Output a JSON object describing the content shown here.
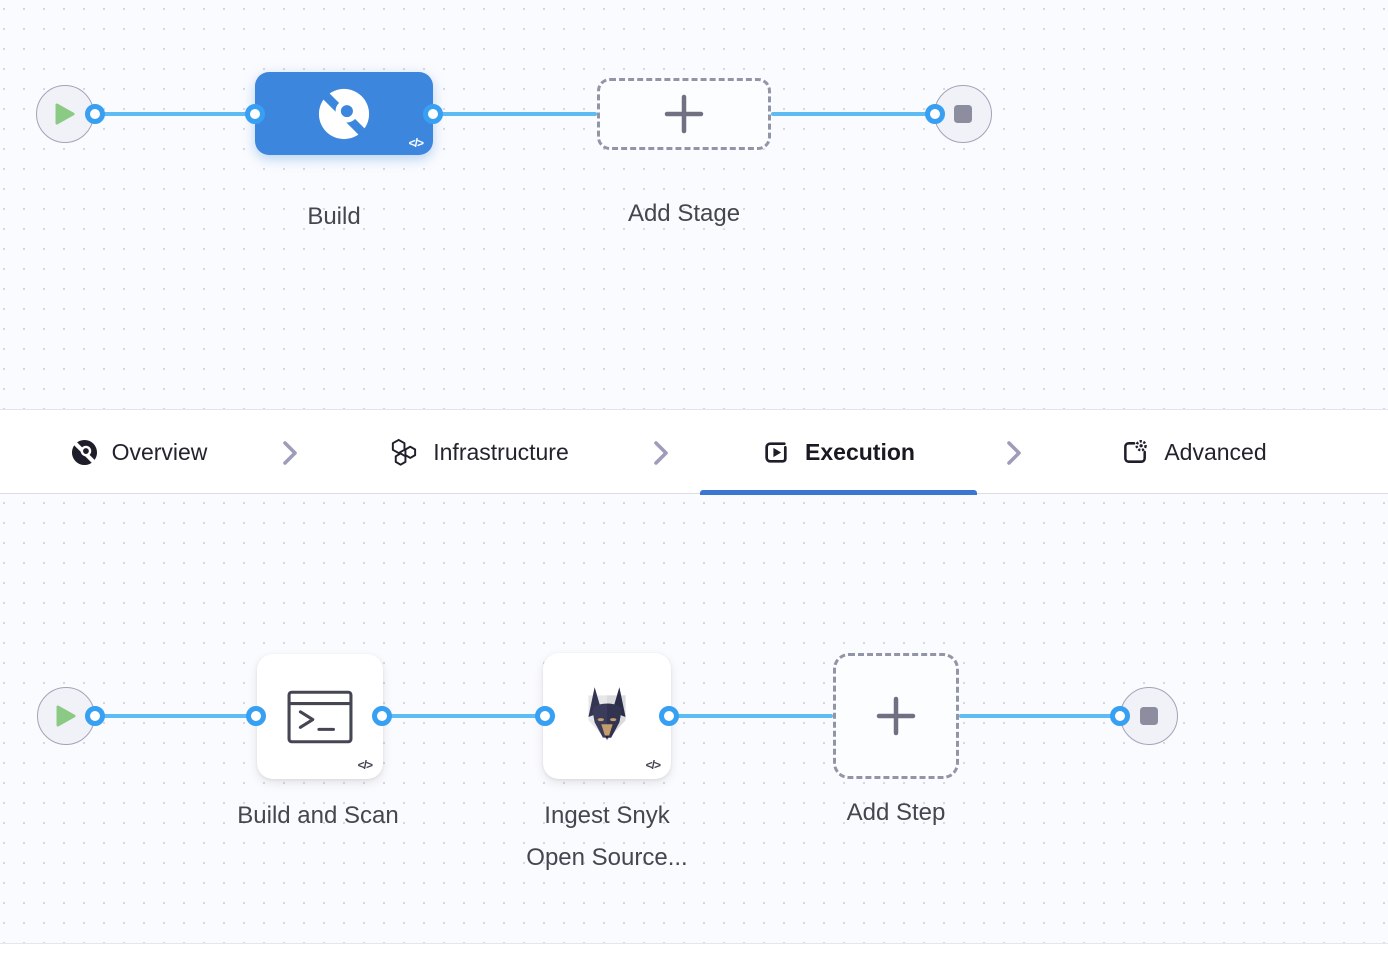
{
  "stage_pipeline": {
    "start_icon": "play-icon",
    "end_icon": "stop-icon",
    "stage": {
      "label": "Build",
      "icon": "ci-build-icon",
      "badge": "</>"
    },
    "add_stage": {
      "label": "Add Stage",
      "icon": "plus-icon"
    }
  },
  "tabs": {
    "items": [
      {
        "label": "Overview",
        "icon": "overview-icon",
        "active": false
      },
      {
        "label": "Infrastructure",
        "icon": "infrastructure-icon",
        "active": false
      },
      {
        "label": "Execution",
        "icon": "execution-icon",
        "active": true
      },
      {
        "label": "Advanced",
        "icon": "advanced-icon",
        "active": false
      }
    ],
    "separator_icon": "chevron-right-icon"
  },
  "step_pipeline": {
    "start_icon": "play-icon",
    "end_icon": "stop-icon",
    "steps": [
      {
        "label": "Build and Scan",
        "icon": "terminal-icon",
        "badge": "</>"
      },
      {
        "label_line1": "Ingest Snyk",
        "label_line2": "Open Source...",
        "icon": "snyk-doberman-icon",
        "badge": "</>"
      }
    ],
    "add_step": {
      "label": "Add Step",
      "icon": "plus-icon"
    }
  },
  "colors": {
    "stage_node_blue": "#3d86dd",
    "connector_blue": "#5fbcf2",
    "port_ring_blue": "#38a0f2",
    "tab_underline_blue": "#3b76d3",
    "play_green": "#8bca84",
    "stop_gray": "#8d8da0",
    "canvas_bg": "#fafbfe"
  }
}
